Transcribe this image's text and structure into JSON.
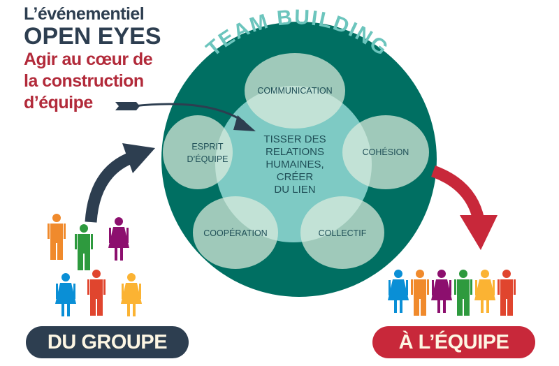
{
  "header": {
    "line1": "L’événementiel",
    "line2": "OPEN EYES",
    "line3a": "Agir au cœur de",
    "line3b": "la construction",
    "line3c": "d’équipe"
  },
  "diagram": {
    "ring_title": "TEAM BUILDING",
    "center": [
      "TISSER DES",
      "RELATIONS",
      "HUMAINES,",
      "CRÉER",
      "DU LIEN"
    ],
    "petals": {
      "top": "COMMUNICATION",
      "left": [
        "ESPRIT",
        "D’ÉQUIPE"
      ],
      "right": "COHÉSION",
      "bottom_left": "COOPÉRATION",
      "bottom_right": "COLLECTIF"
    }
  },
  "labels": {
    "from": "DU GROUPE",
    "to": "À L’ÉQUIPE"
  },
  "colors": {
    "navy": "#2d3e50",
    "red": "#c8283a",
    "teal_dark": "#006f62",
    "teal_light": "#7ecac4",
    "petal": "#d8ead9",
    "people": [
      "#f08a2c",
      "#2e9a3e",
      "#8c0f6e",
      "#0a8fd6",
      "#e0452e",
      "#fbb333"
    ]
  }
}
